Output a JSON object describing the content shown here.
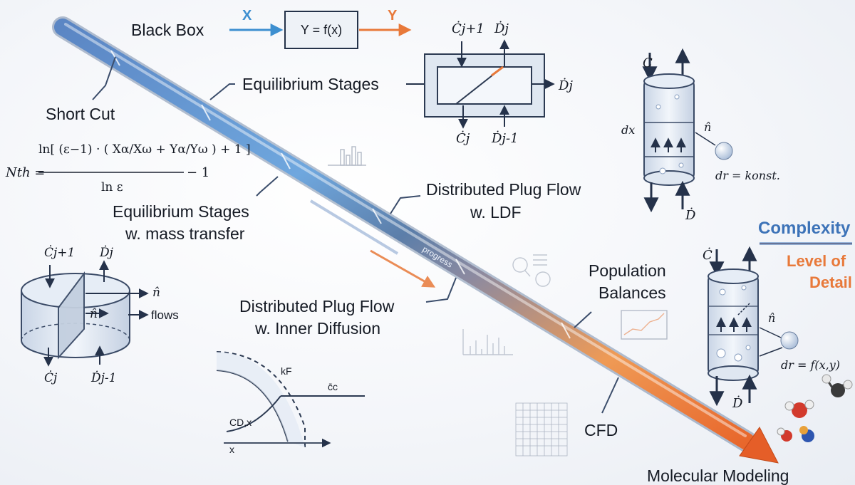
{
  "colors": {
    "blue": "#3d73b8",
    "orange": "#e8793a",
    "ink": "#1c2331",
    "complexity": "#3d73b8",
    "detail": "#e8793a"
  },
  "stages": {
    "black_box": "Black Box",
    "equilibrium_stages": "Equilibrium Stages",
    "short_cut": "Short Cut",
    "equilibrium_mass_transfer_1": "Equilibrium Stages",
    "equilibrium_mass_transfer_2": "w. mass transfer",
    "plug_flow_ldf_1": "Distributed Plug Flow",
    "plug_flow_ldf_2": "w. LDF",
    "plug_flow_diffusion_1": "Distributed Plug Flow",
    "plug_flow_diffusion_2": "w. Inner Diffusion",
    "population_balances_1": "Population",
    "population_balances_2": "Balances",
    "cfd": "CFD",
    "molecular_modeling": "Molecular Modeling"
  },
  "progress_label": "progress",
  "legend": {
    "complexity": "Complexity",
    "level_detail_1": "Level of",
    "level_detail_2": "Detail"
  },
  "black_box": {
    "input": "X",
    "output": "Y",
    "function": "Y = f(x)"
  },
  "equilibrium_symbols": {
    "c_in": "Ċj+1",
    "d_out": "Ḋj",
    "d_side": "Ḋj",
    "c_out": "Ċj",
    "d_in": "Ḋj-1"
  },
  "formula": {
    "lhs": "Nth =",
    "numerator": "ln[ (ε−1) · ( Xα/Xω + Yα/Yω ) + 1 ]",
    "denominator": "ln ε",
    "tail": "− 1"
  },
  "cylinder_ldf": {
    "c": "Ċ",
    "d": "Ḋ",
    "dx": "dx",
    "n": "n̂",
    "dr": "dr = konst."
  },
  "cylinder_pop": {
    "c": "Ċ",
    "d": "Ḋ",
    "n": "n̂",
    "dr": "dr = f(x,y)"
  },
  "mass_transfer_cyl": {
    "c_in": "Ċj+1",
    "d_out": "Ḋj",
    "n1": "n̂",
    "n2": "n̂",
    "flows": "flows",
    "c_out": "Ċj",
    "d_in": "Ḋj-1"
  },
  "diffusion_sketch": {
    "kf": "kF",
    "cc": "c̄c",
    "cdx": "CD,x",
    "x": "x"
  }
}
